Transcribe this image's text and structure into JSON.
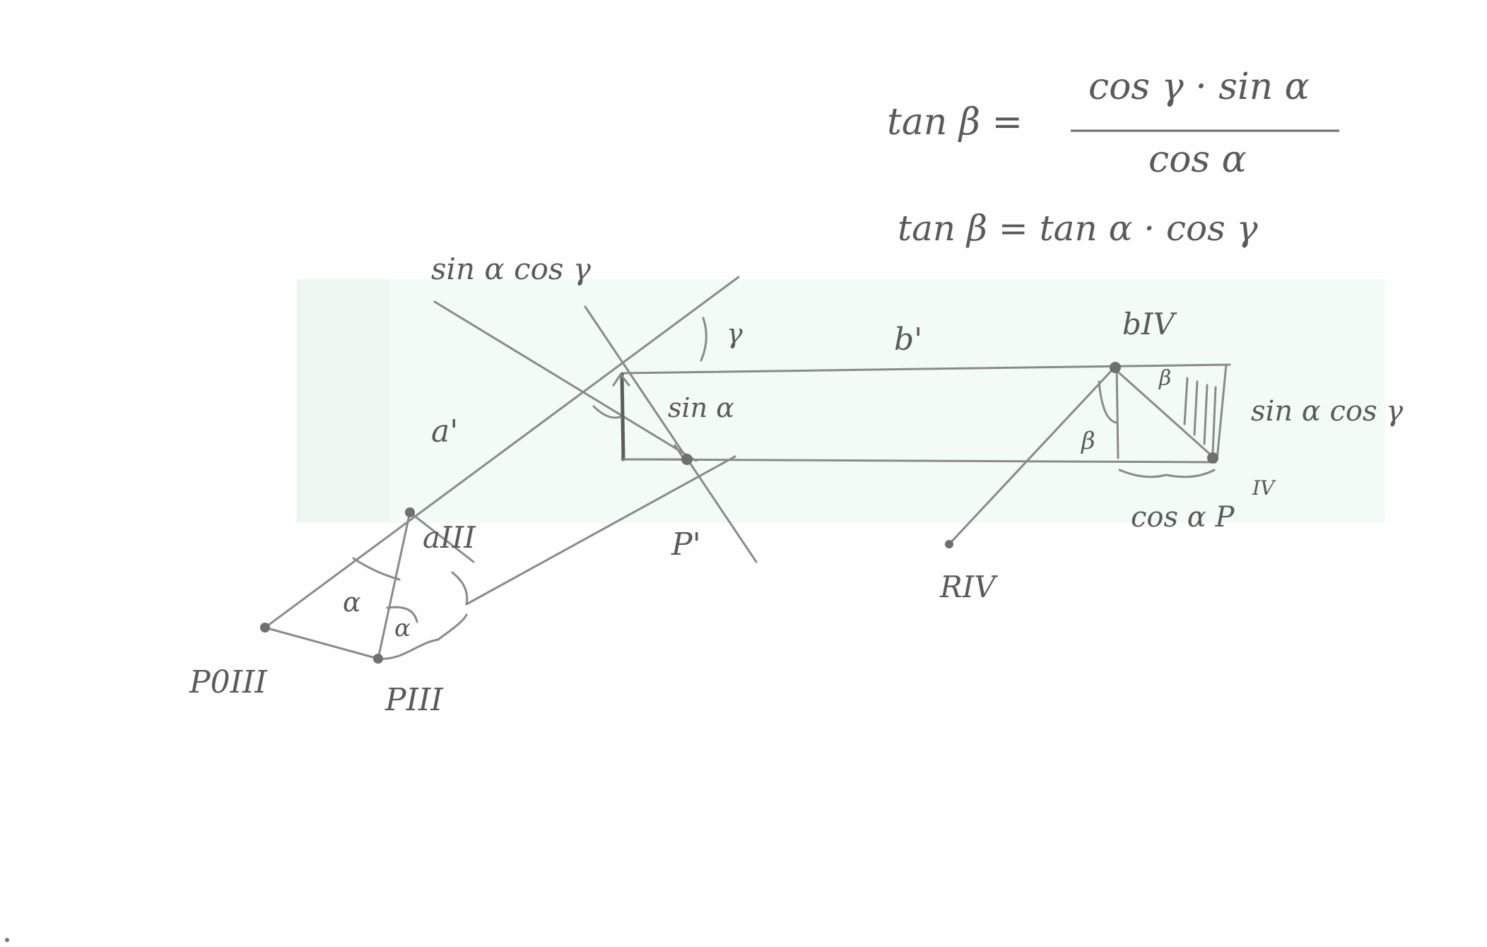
{
  "formulas": {
    "eq1_lhs": "tan β =",
    "eq1_numerator": "cos γ · sin α",
    "eq1_denominator": "cos α",
    "eq2": "tan β  =  tan α · cos γ"
  },
  "labels": {
    "sin_cos_top": "sin α cos γ",
    "gamma": "γ",
    "b_prime": "b'",
    "b_iv": "bIV",
    "a_prime": "a'",
    "sin_a": "sin α",
    "sin_cos_right": "sin α cos γ",
    "beta_top": "β",
    "beta_mid": "β",
    "a_iii": "aIII",
    "p_prime": "P'",
    "cos_a_p_iv": "cos α  P",
    "p_iv_sup": "IV",
    "r_iv": "RIV",
    "alpha_left": "α",
    "alpha_right": "α",
    "p0_iii": "P0III",
    "p_iii": "PIII"
  },
  "colors": {
    "pencil": "#5a5a5a",
    "pencil_light": "#8a8a8a",
    "paper": "#fefefe",
    "tint": "#f2fbf5"
  }
}
